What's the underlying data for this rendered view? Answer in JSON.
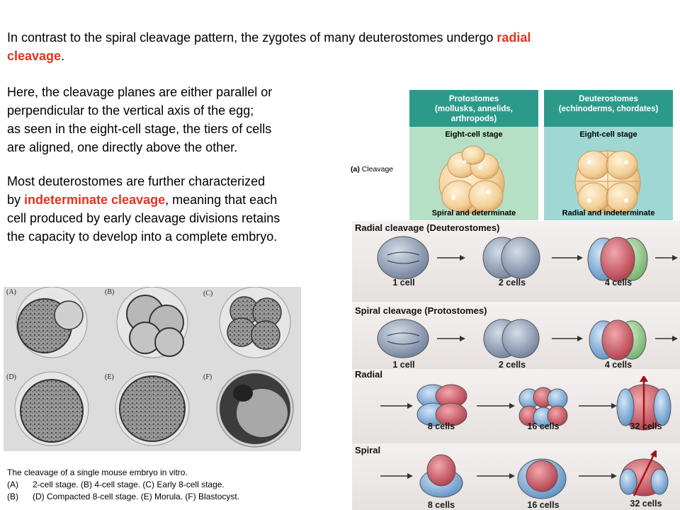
{
  "text": {
    "intro_pre": "In contrast to the spiral cleavage pattern, the zygotes of many deuterostomes undergo ",
    "intro_hl1": "radial",
    "intro_hl2": "cleavage",
    "intro_post": ".",
    "para2_lines": [
      "Here, the cleavage planes are either parallel or",
      "perpendicular to the vertical axis of the egg;",
      "as seen in the eight-cell stage, the tiers of cells",
      "are aligned, one directly above the other."
    ],
    "para3_line1": "Most deuterostomes are further characterized",
    "para3_pre": "by ",
    "para3_hl": "indeterminate cleavage",
    "para3_post": ", meaning that each",
    "para3_line3": "cell produced by early cleavage divisions retains",
    "para3_line4": "the capacity to develop into a complete embryo."
  },
  "comparison": {
    "side_label_a": "(a)",
    "side_label": "Cleavage",
    "protostomes": {
      "title": "Protostomes",
      "sub1": "(mollusks, annelids,",
      "sub2": "arthropods)",
      "stage": "Eight-cell stage",
      "caption": "Spiral and determinate"
    },
    "deuterostomes": {
      "title": "Deuterostomes",
      "sub1": "(echinoderms, chordates)",
      "stage": "Eight-cell stage",
      "caption": "Radial and indeterminate"
    }
  },
  "strips": {
    "radial_title": "Radial cleavage (Deuterostomes)",
    "radial_labels": [
      "1 cell",
      "2 cells",
      "4 cells"
    ],
    "spiral_title": "Spiral cleavage (Protostomes)",
    "spiral_labels": [
      "1 cell",
      "2 cells",
      "4 cells"
    ],
    "radial2_title": "Radial",
    "radial2_labels": [
      "8 cells",
      "16 cells",
      "32 cells"
    ],
    "spiral2_title": "Spiral",
    "spiral2_labels": [
      "8 cells",
      "16 cells",
      "32 cells"
    ]
  },
  "micrograph": {
    "labels": [
      "(A)",
      "(B)",
      "(C)",
      "(D)",
      "(E)",
      "(F)"
    ]
  },
  "caption": {
    "line1": "The cleavage of a single mouse embryo in vitro.",
    "line2_marker": "(A)",
    "line2": "2-cell stage. (B) 4-cell stage. (C) Early 8-cell stage.",
    "line3_marker": "(B)",
    "line3": "(D) Compacted 8-cell stage. (E) Morula. (F) Blastocyst."
  },
  "colors": {
    "highlight": "#e0341e",
    "panel_header": "#2c9a8a",
    "proto_body": "#b6e0c6",
    "deutero_body": "#9fd8d3",
    "egg": "#f6d9a6",
    "cell_red": "#c9545e",
    "cell_green": "#8cc98a",
    "cell_blue": "#8fb9e0"
  }
}
